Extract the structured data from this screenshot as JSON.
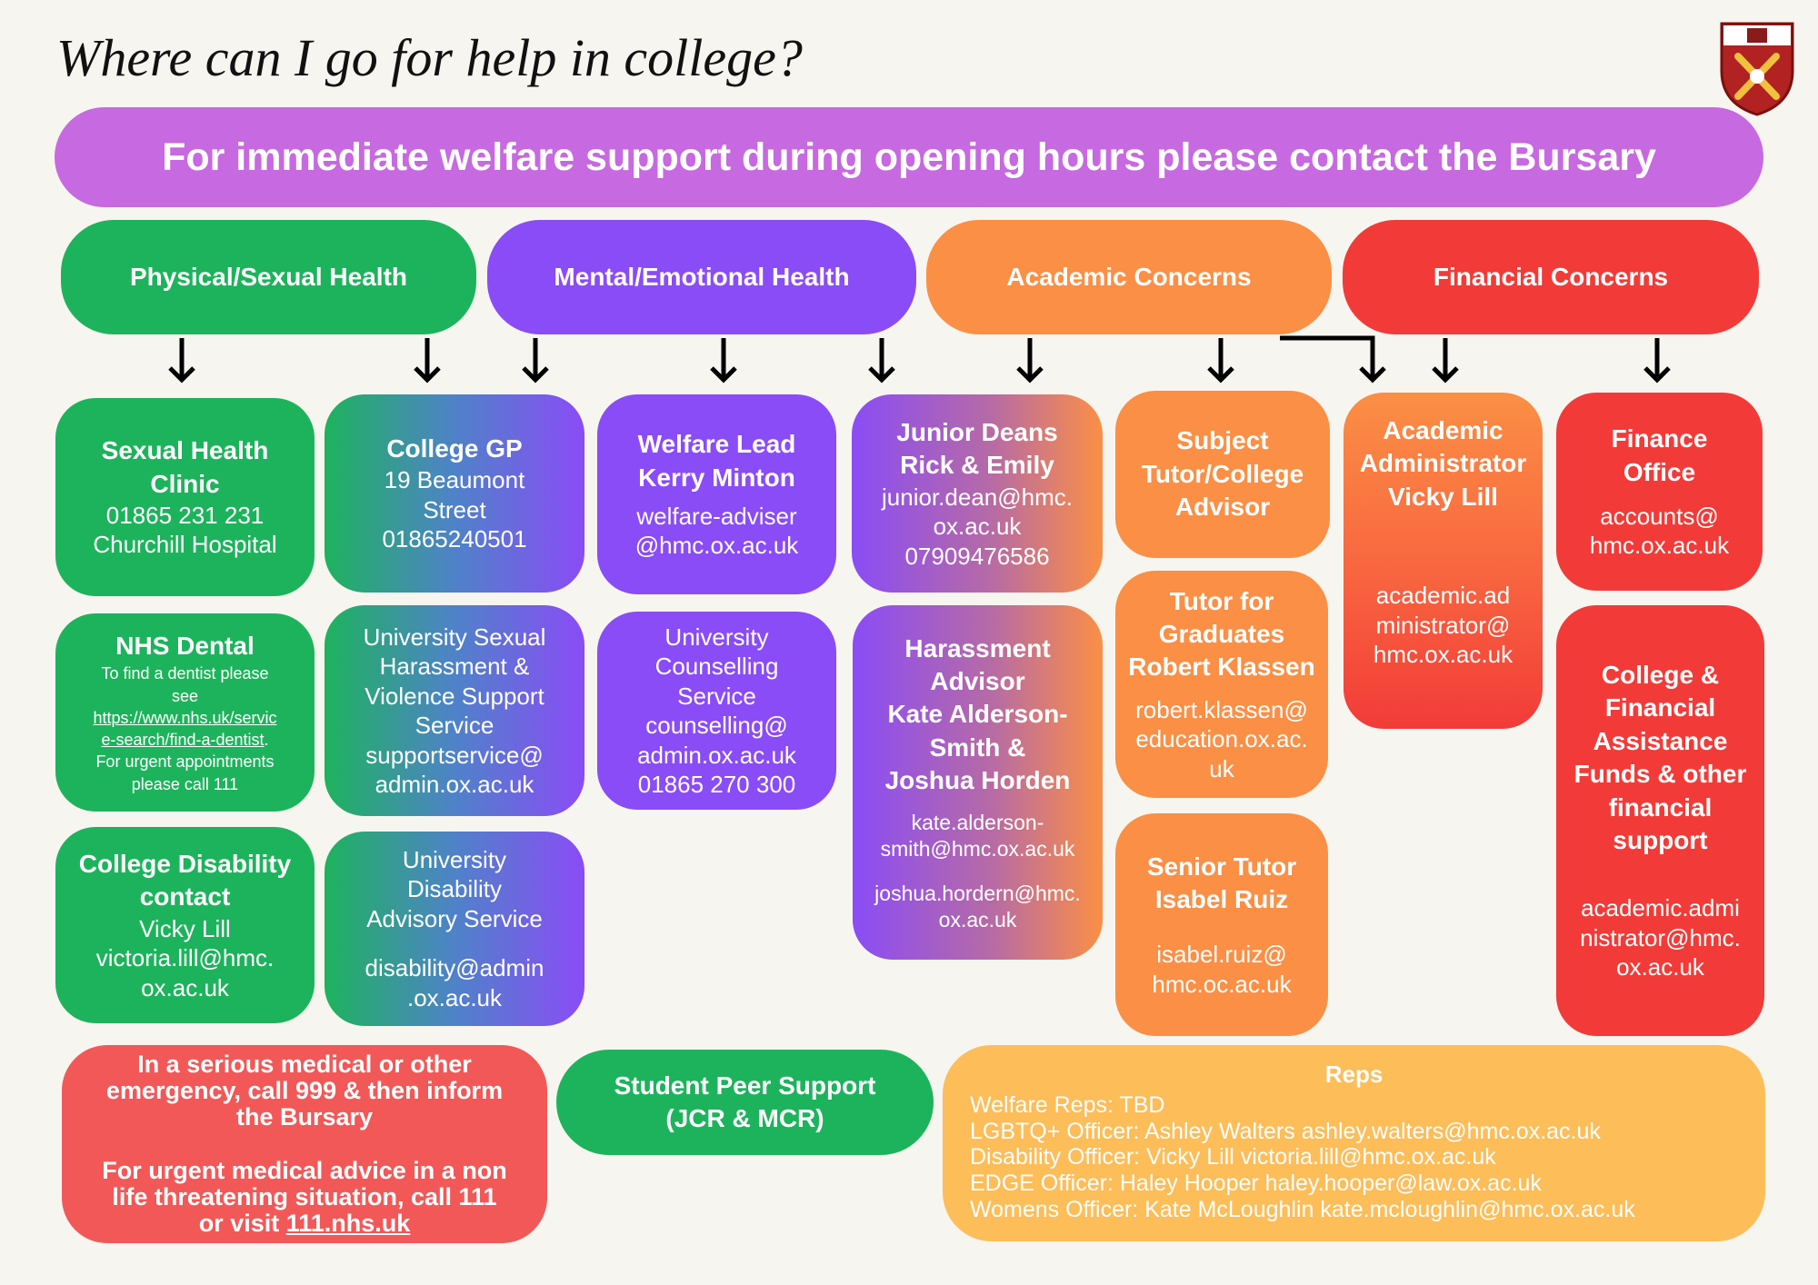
{
  "page": {
    "title": "Where can I go for help in college?",
    "banner": "For immediate welfare support during opening hours please contact the Bursary"
  },
  "categories": {
    "physical": "Physical/Sexual Health",
    "mental": "Mental/Emotional Health",
    "academic": "Academic Concerns",
    "financial": "Financial Concerns"
  },
  "services": {
    "sexual_health": {
      "title": "Sexual Health Clinic",
      "phone": "01865 231 231",
      "location": "Churchill Hospital"
    },
    "college_gp": {
      "title": "College GP",
      "address_1": "19 Beaumont",
      "address_2": "Street",
      "phone": "01865240501"
    },
    "nhs_dental": {
      "title": "NHS Dental",
      "line_1": "To find a dentist please",
      "line_2": "see",
      "link_1": "https://www.nhs.uk/servic",
      "link_2": "e-search/find-a-dentist",
      "line_3": ".",
      "line_4": "For urgent appointments",
      "line_5": "please call 111"
    },
    "uni_harassment": {
      "title_1": "University Sexual",
      "title_2": "Harassment &",
      "title_3": "Violence Support",
      "title_4": "Service",
      "email_1": "supportservice@",
      "email_2": "admin.ox.ac.uk"
    },
    "disability_contact": {
      "title_1": "College Disability",
      "title_2": "contact",
      "name": "Vicky Lill",
      "email_1": "victoria.lill@hmc.",
      "email_2": "ox.ac.uk"
    },
    "uni_disability": {
      "title_1": "University",
      "title_2": "Disability",
      "title_3": "Advisory Service",
      "email_1": "disability@admin",
      "email_2": ".ox.ac.uk"
    },
    "welfare_lead": {
      "title_1": "Welfare Lead",
      "title_2": "Kerry Minton",
      "email_1": "welfare-adviser",
      "email_2": "@hmc.ox.ac.uk"
    },
    "counselling": {
      "title_1": "University",
      "title_2": "Counselling",
      "title_3": "Service",
      "email_1": "counselling@",
      "email_2": "admin.ox.ac.uk",
      "phone": "01865 270 300"
    },
    "junior_deans": {
      "title_1": "Junior Deans",
      "title_2": "Rick & Emily",
      "email_1": "junior.dean@hmc.",
      "email_2": "ox.ac.uk",
      "phone": "07909476586"
    },
    "harassment_advisor": {
      "title_1": "Harassment",
      "title_2": "Advisor",
      "title_3": "Kate Alderson-",
      "title_4": "Smith &",
      "title_5": "Joshua Horden",
      "email_1a": "kate.alderson-",
      "email_1b": "smith@hmc.ox.ac.uk",
      "email_2a": "joshua.hordern@hmc.",
      "email_2b": "ox.ac.uk"
    },
    "subject_tutor": {
      "title_1": "Subject",
      "title_2": "Tutor/College",
      "title_3": "Advisor"
    },
    "tutor_graduates": {
      "title_1": "Tutor for",
      "title_2": "Graduates",
      "title_3": "Robert Klassen",
      "email_1": "robert.klassen@",
      "email_2": "education.ox.ac.",
      "email_3": "uk"
    },
    "senior_tutor": {
      "title_1": "Senior Tutor",
      "title_2": "Isabel Ruiz",
      "email_1": "isabel.ruiz@",
      "email_2": "hmc.oc.ac.uk"
    },
    "academic_admin": {
      "title_1": "Academic",
      "title_2": "Administrator",
      "title_3": "Vicky Lill",
      "email_1": "academic.ad",
      "email_2": "ministrator@",
      "email_3": "hmc.ox.ac.uk"
    },
    "finance_office": {
      "title_1": "Finance",
      "title_2": "Office",
      "email_1": "accounts@",
      "email_2": "hmc.ox.ac.uk"
    },
    "financial_funds": {
      "title_1": "College &",
      "title_2": "Financial",
      "title_3": "Assistance",
      "title_4": "Funds & other",
      "title_5": "financial",
      "title_6": "support",
      "email_1": "academic.admi",
      "email_2": "nistrator@hmc.",
      "email_3": "ox.ac.uk"
    }
  },
  "emergency": {
    "line_1": "In a serious medical or other",
    "line_2": "emergency, call 999 & then inform",
    "line_3": "the Bursary",
    "line_4": "For urgent medical advice in a non",
    "line_5": "life threatening situation, call 111",
    "line_6a": "or visit ",
    "line_6b": "111.nhs.uk"
  },
  "peer_support": {
    "line_1": "Student Peer Support",
    "line_2": "(JCR & MCR)"
  },
  "reps": {
    "title": "Reps",
    "welfare": "Welfare Reps: TBD",
    "lgbtq": "LGBTQ+ Officer: Ashley Walters ashley.walters@hmc.ox.ac.uk",
    "disability": "Disability Officer: Vicky Lill victoria.lill@hmc.ox.ac.uk",
    "edge": "EDGE Officer: Haley Hooper haley.hooper@law.ox.ac.uk",
    "womens": "Womens Officer: Kate McLoughlin kate.mcloughlin@hmc.ox.ac.uk"
  },
  "colors": {
    "green": "#1db35c",
    "purple": "#8a4cf6",
    "orange": "#fb8f45",
    "red": "#f23b38",
    "banner": "#c769e0",
    "emergency": "#f25858",
    "reps": "#fdbd59",
    "background": "#f7f5ef"
  }
}
